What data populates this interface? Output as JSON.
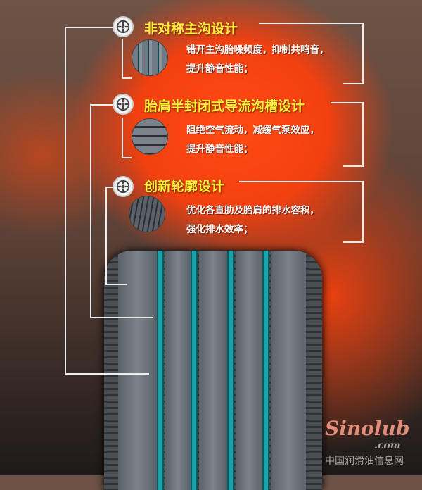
{
  "features": [
    {
      "title": "非对称主沟设计",
      "desc_line1": "错开主沟胎噪频度，抑制共鸣音，",
      "desc_line2": "提升静音性能；",
      "icon": "wheel-icon"
    },
    {
      "title": "胎肩半封闭式导流沟槽设计",
      "desc_line1": "阻绝空气流动，减缓气泵效应，",
      "desc_line2": "提升静音性能；",
      "icon": "wheel-icon"
    },
    {
      "title": "创新轮廓设计",
      "desc_line1": "优化各直肋及胎肩的排水容积，",
      "desc_line2": "强化排水效率；",
      "icon": "wheel-icon"
    }
  ],
  "watermark": {
    "logo": "Sinolub",
    "domain": ".com",
    "name": "中国润滑油信息网"
  },
  "colors": {
    "title": "#fff23a",
    "groove": "#1aa3a8"
  }
}
